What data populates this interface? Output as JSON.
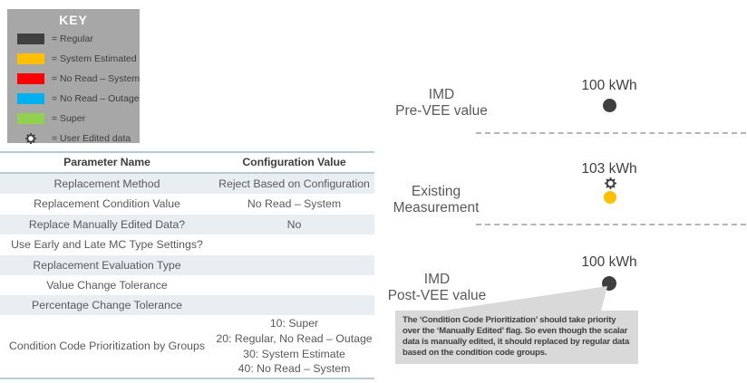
{
  "key": {
    "title": "KEY",
    "items": [
      {
        "swatch": "#404040",
        "label": "= Regular"
      },
      {
        "swatch": "#FFC000",
        "label": "= System Estimated"
      },
      {
        "swatch": "#FF0000",
        "label": "= No Read – System"
      },
      {
        "swatch": "#00B0F0",
        "label": "= No Read – Outage"
      },
      {
        "swatch": "#92D050",
        "label": "= Super"
      },
      {
        "icon": "gear-icon",
        "label": "= User Edited data"
      }
    ]
  },
  "table": {
    "headers": [
      "Parameter Name",
      "Configuration Value"
    ],
    "rows": [
      {
        "name": "Replacement Method",
        "value": "Reject Based on Configuration"
      },
      {
        "name": "Replacement Condition Value",
        "value": "No Read – System"
      },
      {
        "name": "Replace Manually Edited Data?",
        "value": "No"
      },
      {
        "name": "Use Early and Late MC Type Settings?",
        "value": ""
      },
      {
        "name": "Replacement Evaluation Type",
        "value": ""
      },
      {
        "name": "Value Change Tolerance",
        "value": ""
      },
      {
        "name": "Percentage Change Tolerance",
        "value": ""
      },
      {
        "name": "Condition Code Prioritization by Groups",
        "value": "10: Super\n20: Regular, No Read – Outage\n30: System Estimate\n40: No Read – System"
      }
    ]
  },
  "diagram": {
    "sections": [
      {
        "label": "IMD\nPre-VEE value",
        "value": "100 kWh",
        "dot_color": "#3f3f3f",
        "user_edited": false
      },
      {
        "label": "Existing\nMeasurement",
        "value": "103 kWh",
        "dot_color": "#FFC000",
        "user_edited": true
      },
      {
        "label": "IMD\nPost-VEE value",
        "value": "100 kWh",
        "dot_color": "#3f3f3f",
        "user_edited": false
      }
    ],
    "callout": "The ‘Condition Code Prioritization’ should take priority over the ‘Manually Edited’ flag.  So even though the scalar data is manually edited, it should replaced by regular data based on the condition code groups."
  }
}
